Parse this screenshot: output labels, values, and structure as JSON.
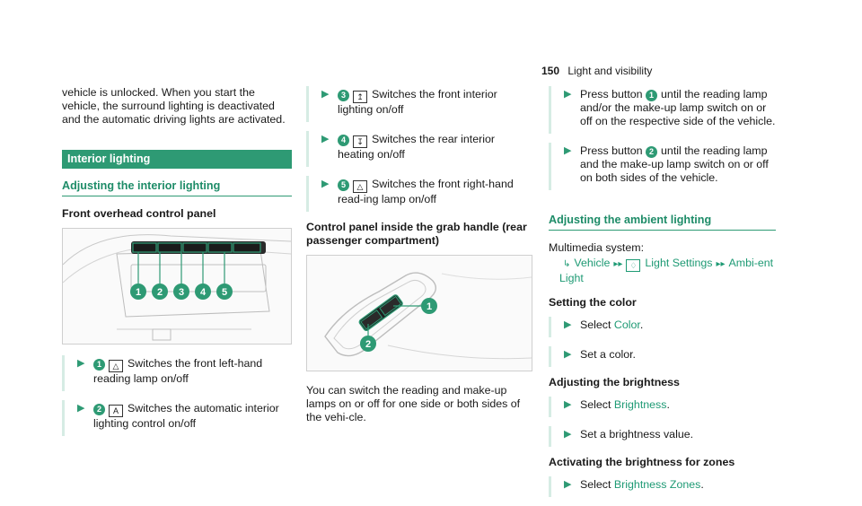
{
  "header": {
    "page_number": "150",
    "title": "Light and visibility"
  },
  "col1": {
    "intro": "vehicle is unlocked. When you start the vehicle, the surround lighting is deactivated and the automatic driving lights are activated.",
    "section_title": "Interior lighting",
    "sub_title": "Adjusting the interior lighting",
    "panel_heading": "Front overhead control panel",
    "figure_labels": [
      "1",
      "2",
      "3",
      "4",
      "5"
    ],
    "steps": [
      {
        "num": "1",
        "symbol": "lamp",
        "text": "Switches the front left-hand reading lamp on/off"
      },
      {
        "num": "2",
        "symbol": "auto",
        "text": "Switches the automatic interior lighting control on/off"
      }
    ]
  },
  "col2": {
    "steps": [
      {
        "num": "3",
        "symbol": "front",
        "text": "Switches the front interior lighting on/off"
      },
      {
        "num": "4",
        "symbol": "rear",
        "text": "Switches the rear interior heating on/off"
      },
      {
        "num": "5",
        "symbol": "lamp",
        "text": "Switches the front right-hand read-ing lamp on/off"
      }
    ],
    "panel_heading": "Control panel inside the grab handle (rear passenger compartment)",
    "figure_labels": [
      "1",
      "2"
    ],
    "body": "You can switch the reading and make-up lamps on or off for one side or both sides of the vehi-cle."
  },
  "col3": {
    "steps": [
      {
        "pre": "Press button",
        "num": "1",
        "text": "until the reading lamp and/or the make-up lamp switch on or off on the respective side of the vehicle."
      },
      {
        "pre": "Press button",
        "num": "2",
        "text": "until the reading lamp and the make-up lamp switch on or off on both sides of the vehicle."
      }
    ],
    "sub_title": "Adjusting the ambient lighting",
    "system_label": "Multimedia system:",
    "path": {
      "vehicle": "Vehicle",
      "settings": "Light Settings",
      "ambient": "Ambi-ent Light"
    },
    "color_heading": "Setting the color",
    "color_steps": [
      {
        "pre": "Select",
        "link": "Color",
        "post": "."
      },
      {
        "text": "Set a color."
      }
    ],
    "brightness_heading": "Adjusting the brightness",
    "brightness_steps": [
      {
        "pre": "Select",
        "link": "Brightness",
        "post": "."
      },
      {
        "text": "Set a brightness value."
      }
    ],
    "zones_heading": "Activating the brightness for zones",
    "zones_steps": [
      {
        "pre": "Select",
        "link": "Brightness Zones",
        "post": "."
      }
    ]
  },
  "colors": {
    "accent": "#2e9a74",
    "link": "#1e9a74"
  },
  "icons": {
    "step_marker": "arrow-right-icon",
    "path_return": "return-arrow-icon",
    "path_separator": "double-triangle-icon",
    "light_settings": "seat-light-icon"
  }
}
